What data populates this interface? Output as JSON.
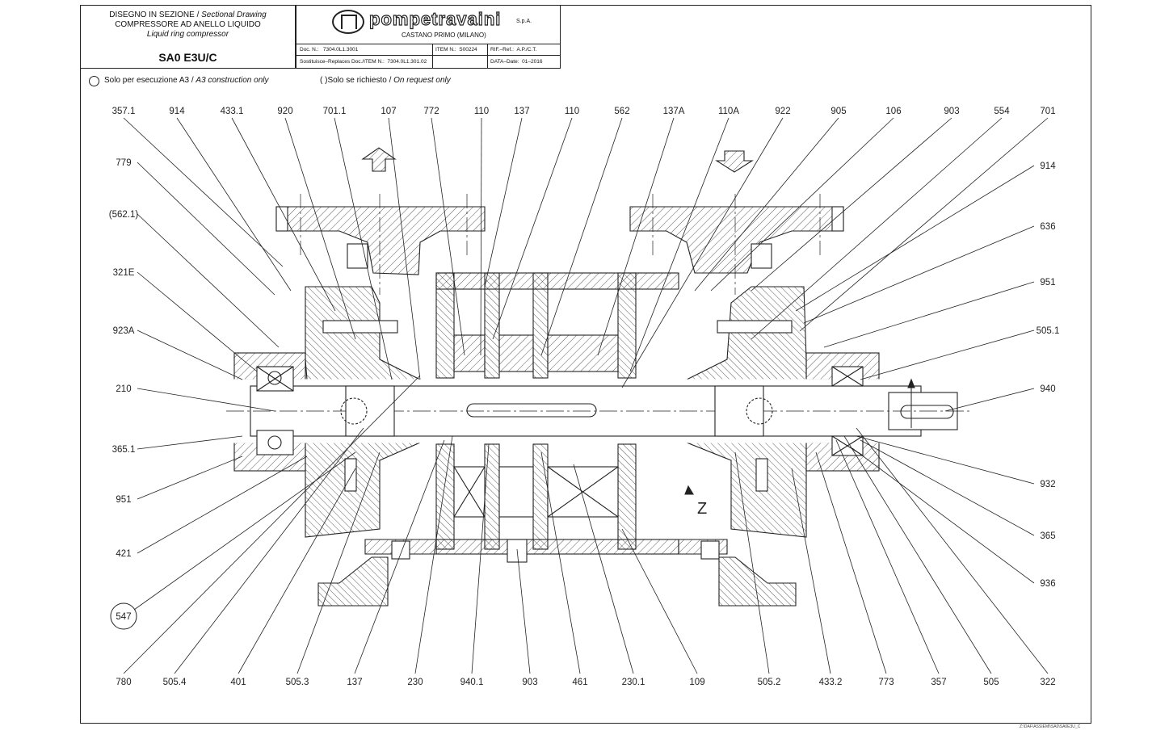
{
  "title_block": {
    "line1": "DISEGNO IN SEZIONE / ",
    "line1_italic": "Sectional Drawing",
    "line2": "COMPRESSORE AD ANELLO LIQUIDO",
    "line3": "Liquid ring compressor",
    "model": "SA0 E3U/C",
    "brand": "pompetravaini",
    "brand_suffix": "S.p.A.",
    "city": "CASTANO PRIMO  (MILANO)",
    "doc_label": "Doc. N.:",
    "doc_value": "7304.0L1.3001",
    "item_label": "ITEM N.:",
    "item_value": "S00224",
    "ref_label": "RIF.–Ref.:",
    "ref_value": "A.P./C.T.",
    "replaces_label": "Sostituisce–Replaces  Doc./ITEM  N.:",
    "replaces_value": "7304.0L1.301.02",
    "date_label": "DATA–Date:",
    "date_value": "01–2016"
  },
  "notes": {
    "a3_text": "Solo per esecuzione A3 / ",
    "a3_italic": "A3 construction only",
    "req_text": "( )Solo se richiesto / ",
    "req_italic": "On request only"
  },
  "labels": {
    "top": [
      "357.1",
      "914",
      "433.1",
      "920",
      "701.1",
      "107",
      "772",
      "110",
      "137",
      "110",
      "562",
      "137A",
      "110A",
      "922",
      "905",
      "106",
      "903",
      "554",
      "701"
    ],
    "left": [
      "779",
      "(562.1)",
      "321E",
      "923A",
      "210",
      "365.1",
      "951",
      "421",
      "547"
    ],
    "right": [
      "914",
      "636",
      "951",
      "505.1",
      "940",
      "932",
      "365",
      "936"
    ],
    "bottom": [
      "780",
      "505.4",
      "401",
      "505.3",
      "137",
      "230",
      "940.1",
      "903",
      "461",
      "230.1",
      "109",
      "505.2",
      "433.2",
      "773",
      "357",
      "505",
      "322"
    ],
    "z_marker": "Z"
  },
  "footer": {
    "path": "Z:\\DAF\\ASSIEMI\\SA0\\SA0E3U_C"
  }
}
